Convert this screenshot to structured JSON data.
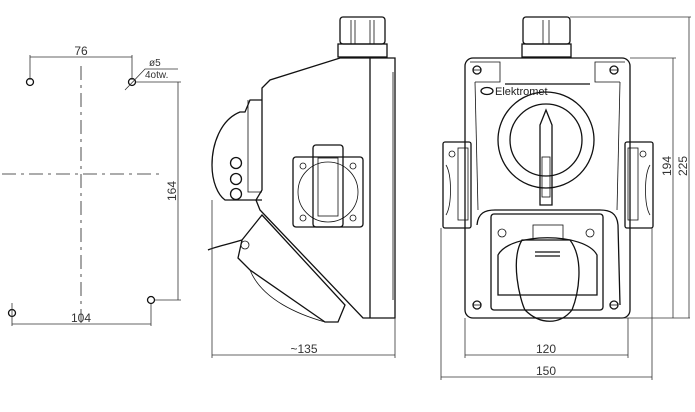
{
  "drawing": {
    "mounting_view": {
      "dim_top_spacing": "76",
      "dim_bottom_spacing": "104",
      "dim_vertical_spacing": "164",
      "hole_diameter": "ø5",
      "hole_count": "4otw."
    },
    "side_view": {
      "dim_depth": "~135"
    },
    "front_view": {
      "brand_label": "Elektromet",
      "dim_body_width": "120",
      "dim_overall_width": "150",
      "dim_body_height": "194",
      "dim_overall_height": "225"
    }
  }
}
